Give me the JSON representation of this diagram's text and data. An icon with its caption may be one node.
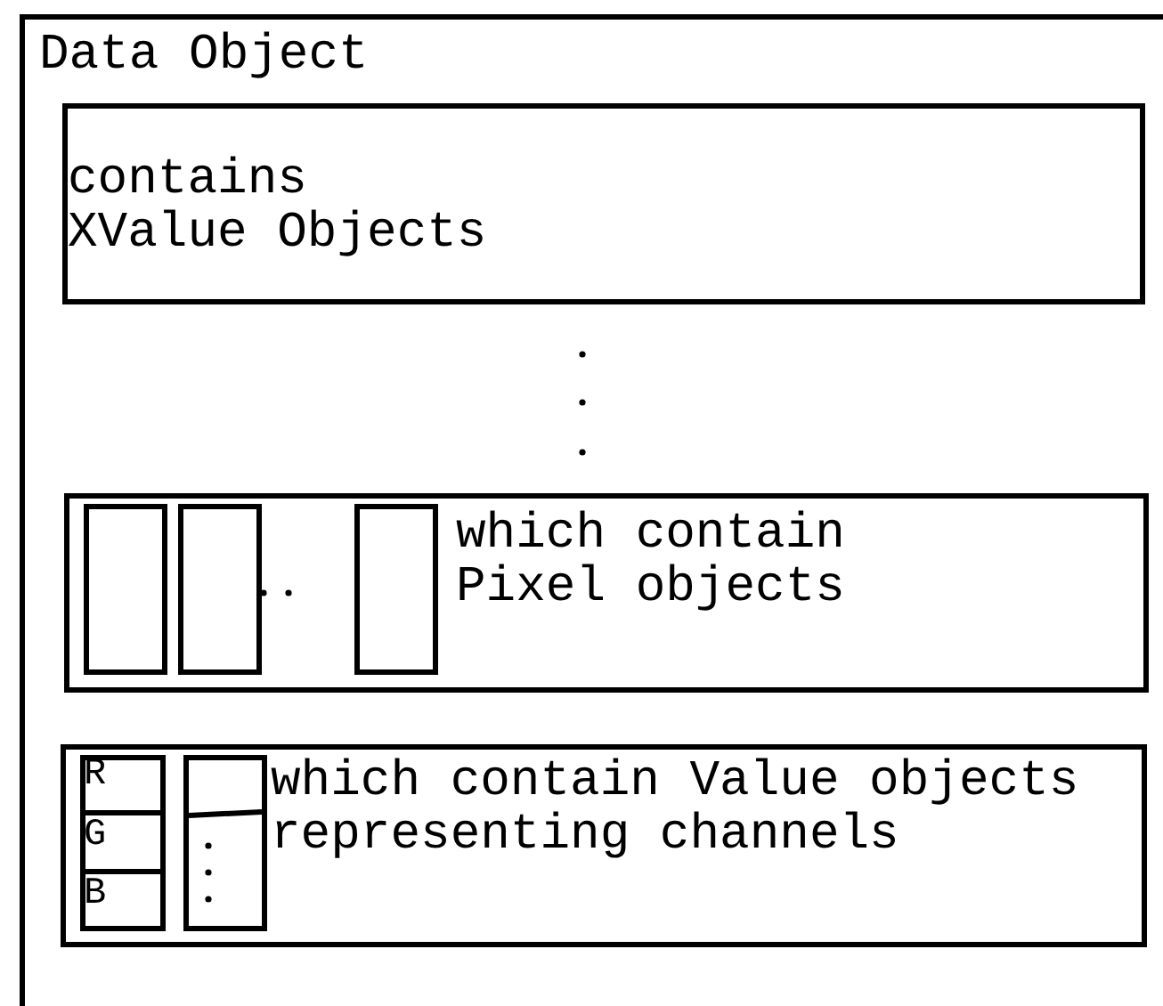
{
  "diagram": {
    "nodes": [
      {
        "text": [
          "Data Object"
        ]
      },
      {
        "text": [
          "contains XValue Objects"
        ],
        "in": 0
      },
      {
        "text": [
          "which contain Pixel objects"
        ],
        "in": 0
      },
      {
        "text": [],
        "shape": "box",
        "in": 2
      },
      {
        "text": [],
        "shape": "box",
        "in": 2
      },
      {
        "text": [],
        "shape": "box",
        "in": 2
      },
      {
        "text": [
          "which contain Value objects representing channels"
        ],
        "in": 0
      },
      {
        "text": [
          "R"
        ],
        "in": 6
      },
      {
        "text": [
          "G"
        ],
        "in": 6
      },
      {
        "text": [
          "B"
        ],
        "in": 6
      },
      {
        "text": [],
        "shape": "box",
        "in": 6
      }
    ]
  }
}
